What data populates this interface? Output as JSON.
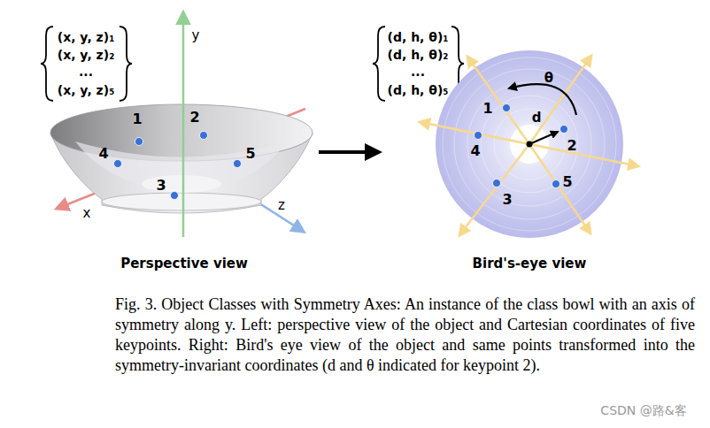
{
  "diagram": {
    "caption": "Fig. 3.   Object Classes with Symmetry Axes: An instance of the class bowl with an axis of symmetry along y. Left: perspective view of the object and Cartesian coordinates of five keypoints. Right: Bird's eye view of the object and same points transformed into the symmetry-invariant coordinates (d and θ indicated for keypoint 2).",
    "labels": [
      "(x, y, z)₁",
      "(x, y, z)₂",
      "...",
      "(x, y, z)₅",
      "y",
      "x",
      "z",
      "1",
      "2",
      "3",
      "4",
      "5",
      "Perspective view",
      "(d, h, θ)₁",
      "(d, h, θ)₂",
      "...",
      "(d, h, θ)₅",
      "θ",
      "d",
      "1",
      "4",
      "2",
      "3",
      "5",
      "Bird's-eye view",
      "CSDN @路&客"
    ]
  }
}
